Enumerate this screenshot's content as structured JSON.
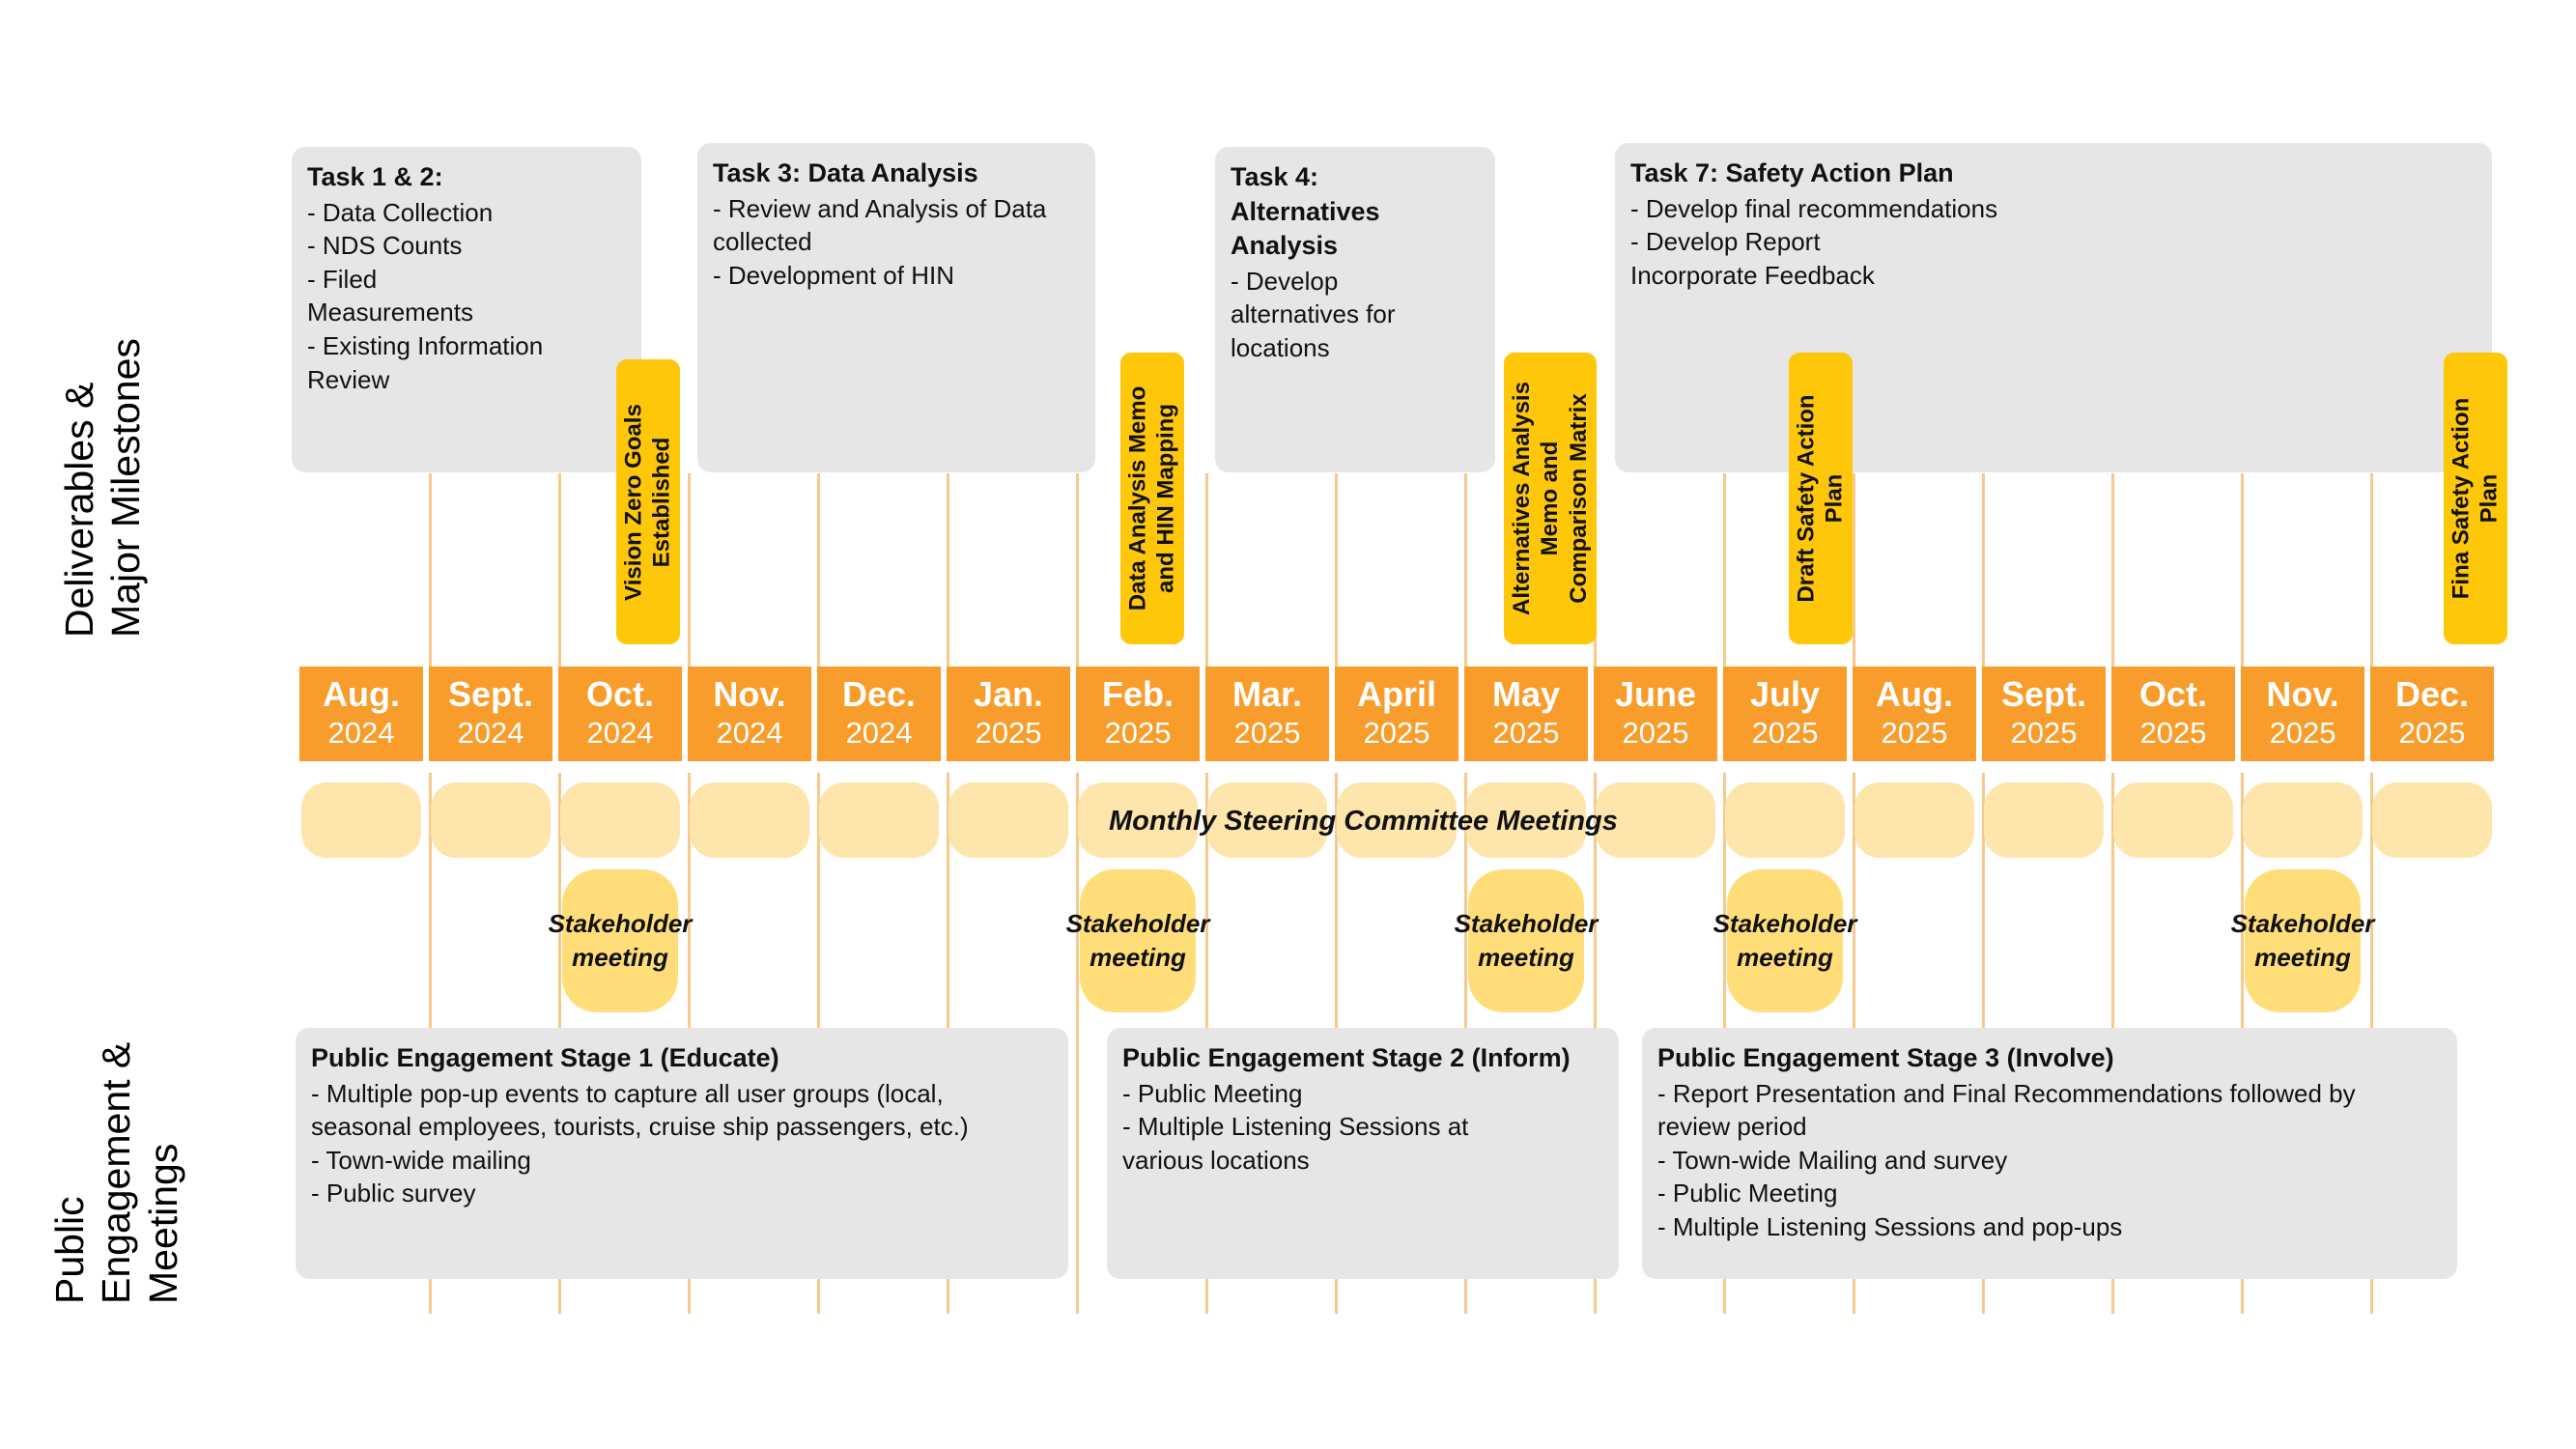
{
  "rows": {
    "top_label": "Deliverables &\nMajor Milestones",
    "bottom_label": "Public\nEngagement &\nMeetings"
  },
  "timeline": {
    "months": [
      {
        "month": "Aug.",
        "year": "2024"
      },
      {
        "month": "Sept.",
        "year": "2024"
      },
      {
        "month": "Oct.",
        "year": "2024"
      },
      {
        "month": "Nov.",
        "year": "2024"
      },
      {
        "month": "Dec.",
        "year": "2024"
      },
      {
        "month": "Jan.",
        "year": "2025"
      },
      {
        "month": "Feb.",
        "year": "2025"
      },
      {
        "month": "Mar.",
        "year": "2025"
      },
      {
        "month": "April",
        "year": "2025"
      },
      {
        "month": "May",
        "year": "2025"
      },
      {
        "month": "June",
        "year": "2025"
      },
      {
        "month": "July",
        "year": "2025"
      },
      {
        "month": "Aug.",
        "year": "2025"
      },
      {
        "month": "Sept.",
        "year": "2025"
      },
      {
        "month": "Oct.",
        "year": "2025"
      },
      {
        "month": "Nov.",
        "year": "2025"
      },
      {
        "month": "Dec.",
        "year": "2025"
      }
    ]
  },
  "tasks": [
    {
      "title": "Task 1 & 2:",
      "body": "- Data Collection\n- NDS Counts\n- Filed\nMeasurements\n- Existing Information\nReview"
    },
    {
      "title": "Task 3: Data Analysis",
      "body": "- Review and Analysis of Data\ncollected\n- Development of HIN"
    },
    {
      "title": "Task 4:\nAlternatives\nAnalysis",
      "body": "- Develop\nalternatives for\nlocations"
    },
    {
      "title": "Task 7: Safety Action Plan",
      "body": "- Develop final recommendations\n- Develop Report\nIncorporate Feedback"
    }
  ],
  "milestones": [
    {
      "label": "Vision Zero Goals\nEstablished",
      "month": "Oct. 2024"
    },
    {
      "label": "Data Analysis Memo\nand HIN Mapping",
      "month": "Feb. 2025"
    },
    {
      "label": "Alternatives Analysis\nMemo and\nComparison Matrix",
      "month": "May 2025"
    },
    {
      "label": "Draft Safety Action\nPlan",
      "month": "July 2025"
    },
    {
      "label": "Fina Safety  Action\nPlan",
      "month": "Dec. 2025"
    }
  ],
  "steering": {
    "label": "Monthly Steering Committee Meetings"
  },
  "stakeholder": {
    "label": "Stakeholder\nmeeting",
    "line1": "Stakeholder",
    "line2": "meeting",
    "months": [
      "Oct. 2024",
      "Feb. 2025",
      "May 2025",
      "July 2025",
      "Nov. 2025"
    ]
  },
  "engagement": [
    {
      "title": "Public Engagement Stage 1 (Educate)",
      "body": "- Multiple pop-up events to capture all user groups (local,\nseasonal employees, tourists, cruise ship passengers, etc.)\n- Town-wide mailing\n- Public survey"
    },
    {
      "title": "Public Engagement Stage 2 (Inform)",
      "body": "- Public Meeting\n- Multiple Listening Sessions at\nvarious locations"
    },
    {
      "title": "Public Engagement Stage 3 (Involve)",
      "body": "- Report Presentation and Final Recommendations followed by\nreview period\n- Town-wide Mailing and survey\n- Public Meeting\n- Multiple Listening  Sessions and pop-ups"
    }
  ],
  "colors": {
    "month_header": "#F89C2B",
    "milestone_chip": "#FFC709",
    "steering_pill": "#FDE5AC",
    "stakeholder_bubble": "#FFDE7A",
    "info_box": "#E6E6E6",
    "grid_line": "#F7C98B"
  }
}
